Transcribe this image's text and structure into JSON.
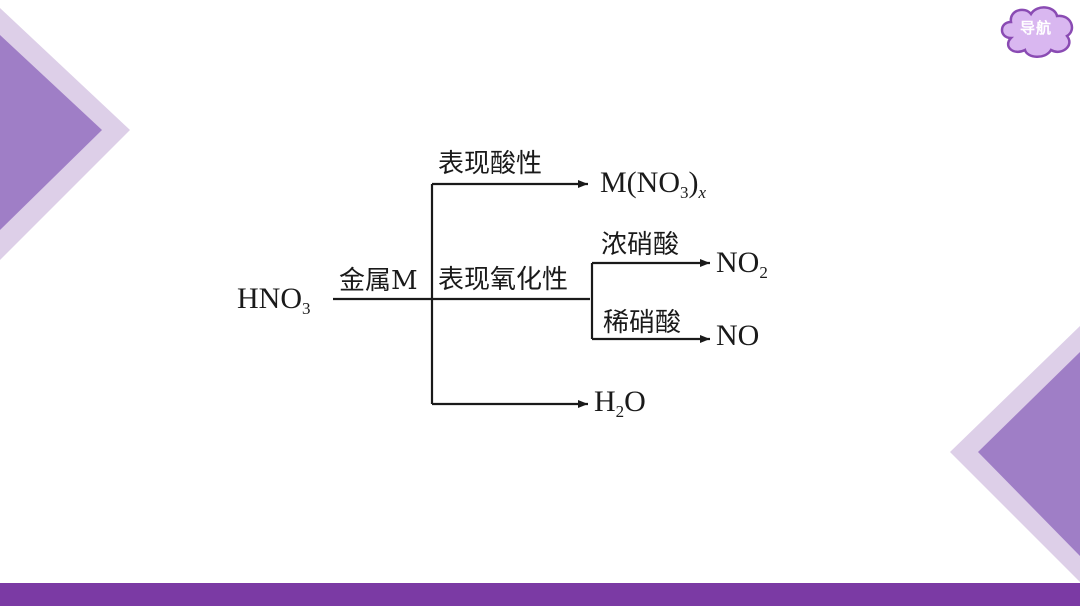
{
  "nav": {
    "label": "导航"
  },
  "colors": {
    "accent": "#7b3aa4",
    "decor_light": "#ddcfe8",
    "decor_mid": "#9f7ec6",
    "nav_fill": "#d9b7f0",
    "nav_stroke": "#8a4bb3"
  },
  "diagram": {
    "reactant": {
      "main": "HNO",
      "sub": "3"
    },
    "reagent_label": "金属M",
    "branch_acid": {
      "label": "表现酸性",
      "product_main": "M(NO",
      "product_sub": "3",
      "product_close": ")",
      "product_x": "x"
    },
    "branch_oxidizing": {
      "label": "表现氧化性",
      "conc": {
        "label": "浓硝酸",
        "product_main": "NO",
        "product_sub": "2"
      },
      "dilute": {
        "label": "稀硝酸",
        "product": "NO"
      }
    },
    "branch_water": {
      "product_main": "H",
      "product_sub": "2",
      "product_end": "O"
    }
  }
}
